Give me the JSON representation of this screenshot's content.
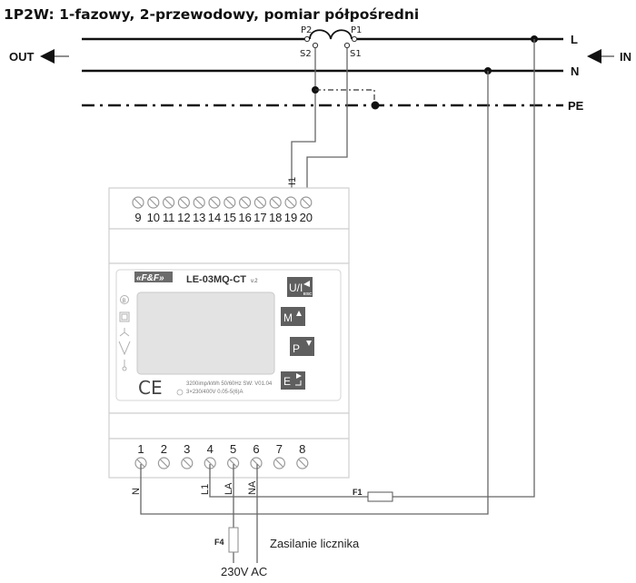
{
  "title": "1P2W: 1-fazowy, 2-przewodowy, pomiar półpośredni",
  "flow": {
    "out_label": "OUT",
    "in_label": "IN"
  },
  "buses": {
    "l": "L",
    "n": "N",
    "pe": "PE"
  },
  "current_transformer": {
    "p2": "P2",
    "p1": "P1",
    "s2": "S2",
    "s1": "S1"
  },
  "wire_labels": {
    "i1": "I1",
    "n": "N",
    "l1": "L1",
    "la": "LA",
    "na": "NA"
  },
  "fuses": {
    "f1": "F1",
    "f4": "F4"
  },
  "captions": {
    "supply": "Zasilanie licznika",
    "voltage": "230V AC"
  },
  "device": {
    "logo": "«F&F»",
    "model": "LE-03MQ-CT",
    "version": "v.2",
    "spec_line1": "3200imp/kWh 50/60Hz SW: V01.04",
    "spec_line2": "3×230/400V  0.05-5(6)A",
    "ce_mark": "CE",
    "buttons": [
      {
        "label": "U/I",
        "sub": "ESC",
        "icon": "left-arrow-icon"
      },
      {
        "label": "M",
        "sub": "",
        "icon": "up-arrow-icon"
      },
      {
        "label": "P",
        "sub": "",
        "icon": "down-arrow-icon"
      },
      {
        "label": "E",
        "sub": "",
        "icon": "enter-icon"
      }
    ],
    "top_terminals": [
      "9",
      "10",
      "11",
      "12",
      "13",
      "14",
      "15",
      "16",
      "17",
      "18",
      "19",
      "20"
    ],
    "bottom_terminals": [
      "1",
      "2",
      "3",
      "4",
      "5",
      "6",
      "7",
      "8"
    ]
  }
}
